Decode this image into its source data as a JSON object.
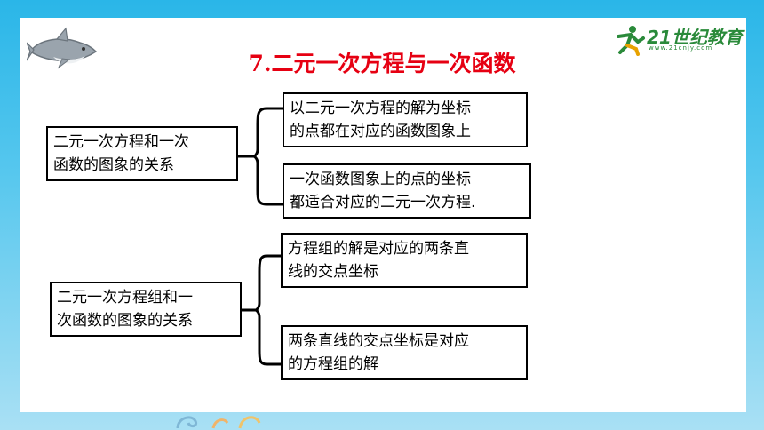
{
  "title": "7.二元一次方程与一次函数",
  "logo": {
    "brand": "21世纪教育",
    "url": "www.21cnjy.com"
  },
  "group1": {
    "label_lines": [
      "二元一次方程和一次",
      "函数的图象的关系"
    ],
    "branches": [
      [
        "以二元一次方程的解为坐标",
        "的点都在对应的函数图象上"
      ],
      [
        "一次函数图象上的点的坐标",
        "都适合对应的二元一次方程."
      ]
    ]
  },
  "group2": {
    "label_lines": [
      "二元一次方程组和一",
      "次函数的图象的关系"
    ],
    "branches": [
      [
        "方程组的解是对应的两条直",
        "线的交点坐标"
      ],
      [
        "两条直线的交点坐标是对应",
        "的方程组的解"
      ]
    ]
  },
  "colors": {
    "title": "#e60012",
    "background": "#2ab6e8",
    "brand": "#2a8a3a"
  }
}
